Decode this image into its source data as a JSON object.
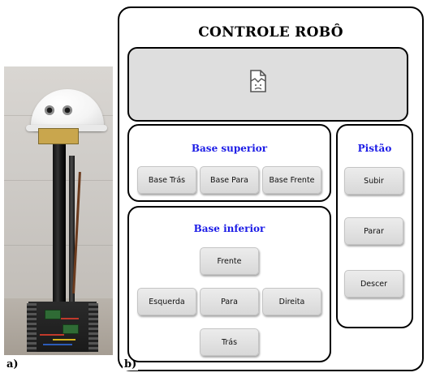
{
  "figure": {
    "label_a": "a)",
    "label_b": "b)"
  },
  "photo": {
    "subject": "robot-photo"
  },
  "app": {
    "title": "CONTROLE ROBÔ",
    "video_feed": {
      "icon": "broken-image-icon"
    }
  },
  "base_superior": {
    "title": "Base superior",
    "buttons": [
      "Base Trás",
      "Base Para",
      "Base Frente"
    ]
  },
  "base_inferior": {
    "title": "Base inferior",
    "frente": "Frente",
    "esquerda": "Esquerda",
    "para": "Para",
    "direita": "Direita",
    "tras": "Trás"
  },
  "pistao": {
    "title": "Pistão",
    "subir": "Subir",
    "parar": "Parar",
    "descer": "Descer"
  },
  "colors": {
    "panel_title": "#1c1ce6",
    "button_bg": "#e0e0e0",
    "video_bg": "#dedede"
  }
}
